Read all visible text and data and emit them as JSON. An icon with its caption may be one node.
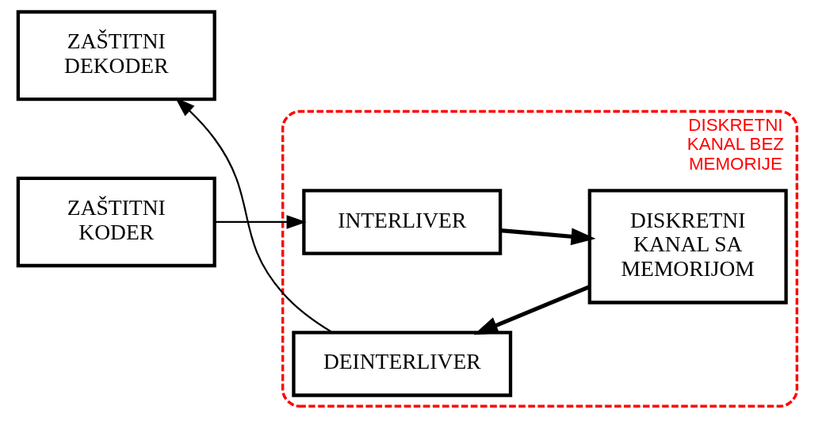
{
  "diagram": {
    "nodes": [
      {
        "text": [
          "DISKRETNI KANAL BEZ MEMORIJE"
        ]
      },
      {
        "text": [
          "ZAŠTITNI KODER"
        ]
      },
      {
        "text": [
          "INTERLIVER"
        ],
        "in": 0
      },
      {
        "text": [
          "DISKRETNI KANAL SA MEMORIJOM"
        ],
        "in": 0
      },
      {
        "text": [
          "DEINTERLIVER"
        ],
        "in": 0
      },
      {
        "text": [
          "ZAŠTITNI DEKODER"
        ]
      }
    ],
    "edges": [
      {
        "from": 1,
        "to": 2,
        "arrow": "to"
      },
      {
        "from": 2,
        "to": 3,
        "arrow": "to",
        "style": "thick"
      },
      {
        "from": 3,
        "to": 4,
        "arrow": "to",
        "style": "thick"
      },
      {
        "from": 4,
        "to": 5,
        "arrow": "to"
      }
    ]
  }
}
